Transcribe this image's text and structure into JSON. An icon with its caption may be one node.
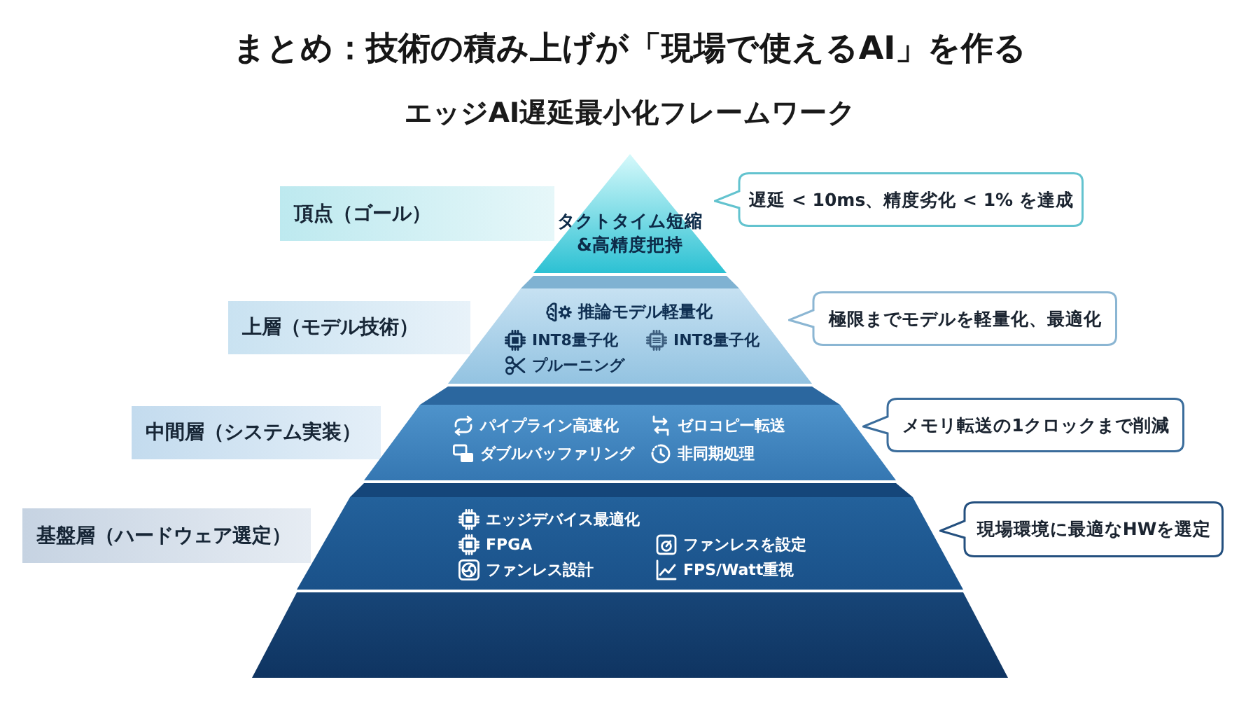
{
  "diagram": {
    "title": "まとめ：技術の積み上げが「現場で使えるAI」を作る",
    "nodes": [
      {
        "text": [
          "頂点（ゴール）"
        ]
      },
      {
        "text": [
          "タクトタイム短縮&高精度把持"
        ]
      },
      {
        "text": [
          "遅延 < 10ms、精度劣化 < 1% を達成"
        ]
      },
      {
        "text": [
          "上層（モデル技術）"
        ]
      },
      {
        "text": [
          "推論モデル軽量化",
          "INT8量子化",
          "INT8量子化",
          "プルーニング"
        ]
      },
      {
        "text": [
          "極限までモデルを軽量化、最適化"
        ]
      },
      {
        "text": [
          "中間層（システム実装）"
        ]
      },
      {
        "text": [
          "パイプライン高速化",
          "ゼロコピー転送",
          "ダブルバッファリング",
          "非同期処理"
        ]
      },
      {
        "text": [
          "メモリ転送の1クロックまで削減"
        ]
      },
      {
        "text": [
          "基盤層（ハードウェア選定）"
        ]
      },
      {
        "text": [
          "エッジデバイス最適化",
          "FPGA",
          "ファンレスを設定",
          "ファンレス設計",
          "FPS/Watt重視"
        ]
      },
      {
        "text": [
          "現場環境に最適なHWを選定"
        ]
      },
      {
        "text": [],
        "shape": "band"
      }
    ],
    "labels": [
      "エッジAI遅延最小化フレームワーク"
    ]
  }
}
